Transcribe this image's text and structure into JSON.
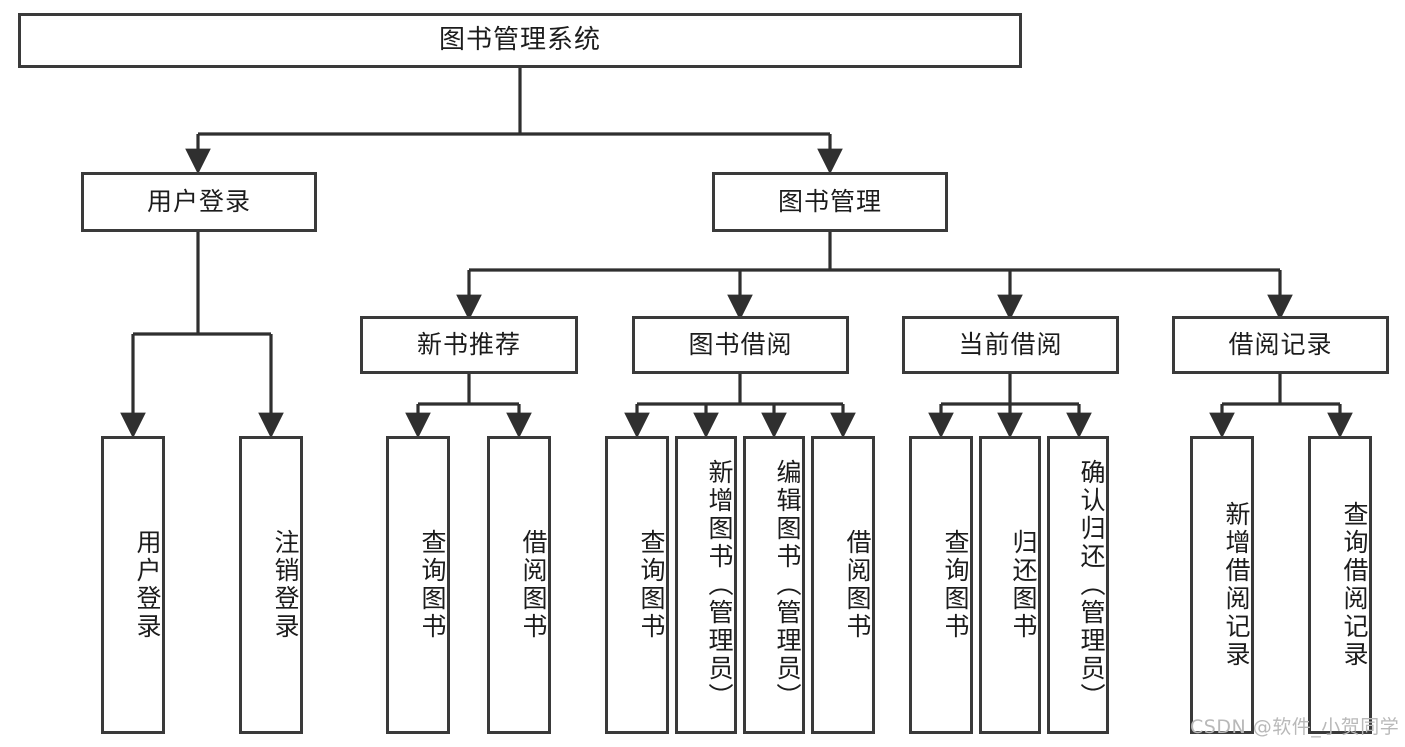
{
  "diagram": {
    "title": "图书管理系统",
    "type": "tree-hierarchy-diagram",
    "watermark": "CSDN @软件_小贺同学",
    "colors": {
      "box_border": "#3a3a3a",
      "box_fill": "#ffffff",
      "edge": "#2f2f2f",
      "text": "#1c1c1c",
      "watermark": "#b9b9b9",
      "background": "#ffffff"
    },
    "root": {
      "id": "root",
      "label": "图书管理系统"
    },
    "level2": [
      {
        "id": "user-login",
        "label": "用户登录"
      },
      {
        "id": "book-manage",
        "label": "图书管理"
      }
    ],
    "level3": [
      {
        "id": "new-book-recommend",
        "label": "新书推荐",
        "parent": "book-manage"
      },
      {
        "id": "book-borrow",
        "label": "图书借阅",
        "parent": "book-manage"
      },
      {
        "id": "current-borrow",
        "label": "当前借阅",
        "parent": "book-manage"
      },
      {
        "id": "borrow-record",
        "label": "借阅记录",
        "parent": "book-manage"
      }
    ],
    "leaves": {
      "user-login": [
        {
          "id": "leaf-user-login",
          "label": "用户登录"
        },
        {
          "id": "leaf-user-logout",
          "label": "注销登录"
        }
      ],
      "new-book-recommend": [
        {
          "id": "leaf-query-book-1",
          "label": "查询图书"
        },
        {
          "id": "leaf-borrow-book-1",
          "label": "借阅图书"
        }
      ],
      "book-borrow": [
        {
          "id": "leaf-query-book-2",
          "label": "查询图书"
        },
        {
          "id": "leaf-add-book",
          "label": "新增图书（管理员）"
        },
        {
          "id": "leaf-edit-book",
          "label": "编辑图书（管理员）"
        },
        {
          "id": "leaf-borrow-book-2",
          "label": "借阅图书"
        }
      ],
      "current-borrow": [
        {
          "id": "leaf-query-book-3",
          "label": "查询图书"
        },
        {
          "id": "leaf-return-book",
          "label": "归还图书"
        },
        {
          "id": "leaf-confirm-return",
          "label": "确认归还（管理员）"
        }
      ],
      "borrow-record": [
        {
          "id": "leaf-add-record",
          "label": "新增借阅记录"
        },
        {
          "id": "leaf-query-record",
          "label": "查询借阅记录"
        }
      ]
    }
  }
}
